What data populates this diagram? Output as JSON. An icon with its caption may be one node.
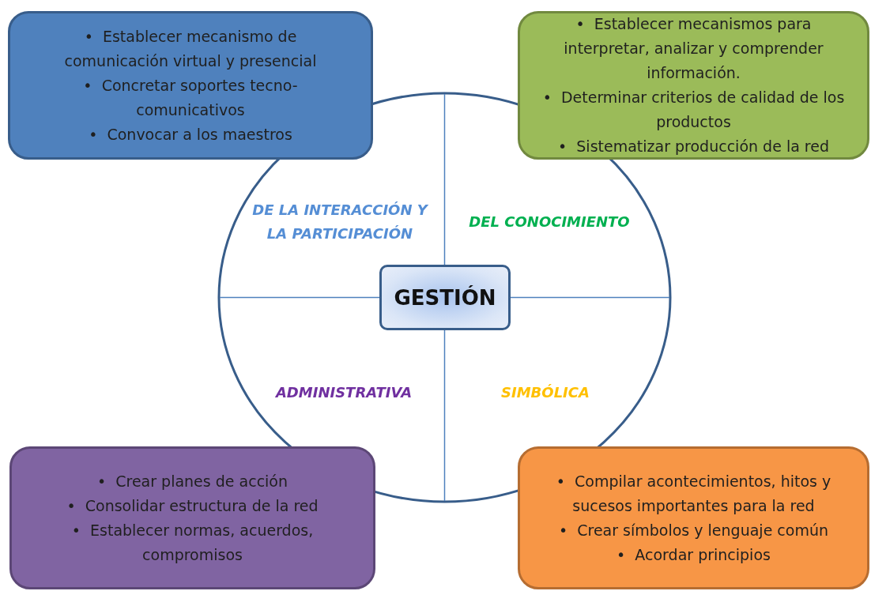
{
  "diagram": {
    "nodes": [
      {
        "text": [
          "DE LA INTERACCIÓN Y LA PARTICIPACIÓN",
          "DEL CONOCIMIENTO",
          "ADMINISTRATIVA",
          "SIMBÓLICA"
        ]
      },
      {
        "text": [
          "GESTIÓN"
        ],
        "in": 0
      },
      {
        "text": [
          "•  Establecer mecanismo de comunicación virtual y presencial",
          "•  Concretar soportes tecno-comunicativos",
          "•  Convocar a los maestros"
        ]
      },
      {
        "text": [
          "•  Establecer mecanismos para interpretar, analizar y comprender información.",
          "•  Determinar criterios de calidad de los productos",
          "•  Sistematizar producción de la red"
        ]
      },
      {
        "text": [
          "•  Crear planes de acción",
          "•  Consolidar estructura de la red",
          "•  Establecer normas, acuerdos, compromisos"
        ]
      },
      {
        "text": [
          "•  Compilar acontecimientos, hitos y sucesos importantes para la red",
          "•  Crear símbolos y lenguaje común",
          "•  Acordar principios"
        ]
      }
    ],
    "edges": []
  }
}
